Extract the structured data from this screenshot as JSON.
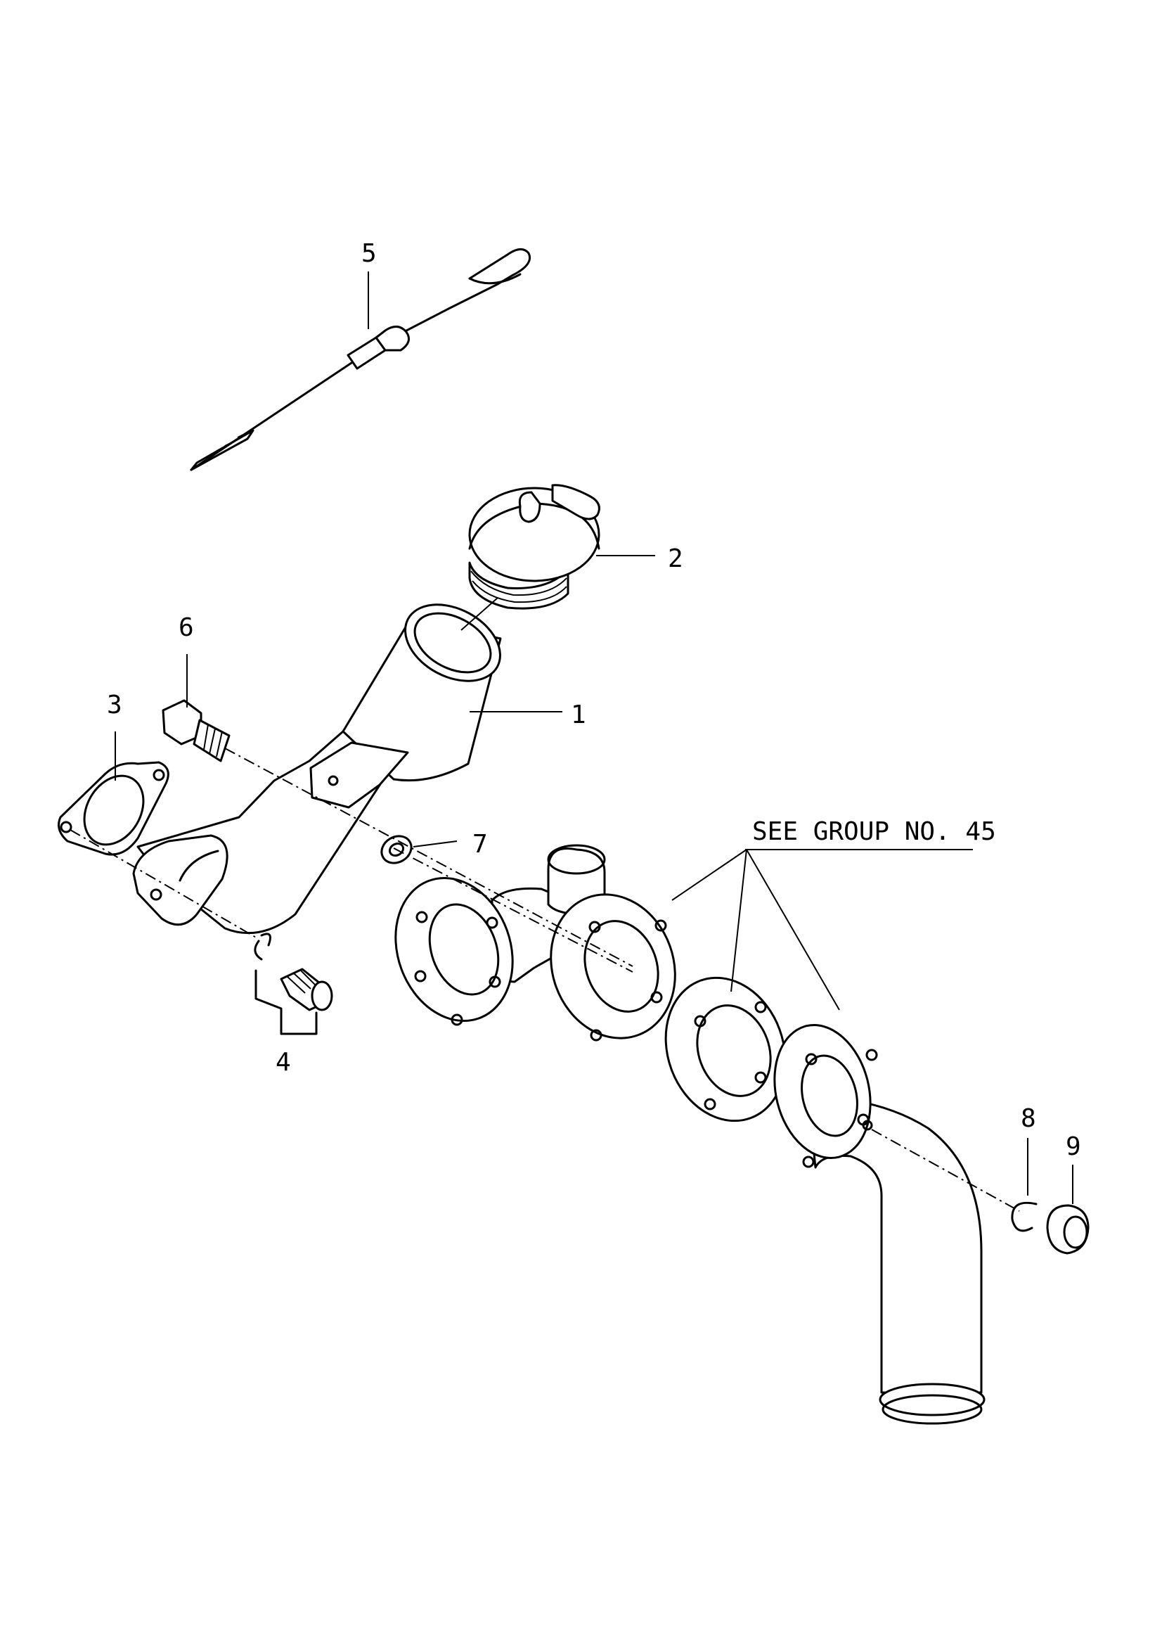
{
  "callouts": {
    "c1": "1",
    "c2": "2",
    "c3": "3",
    "c4": "4",
    "c5": "5",
    "c6": "6",
    "c7": "7",
    "c8": "8",
    "c9": "9"
  },
  "reference_note": "SEE GROUP NO. 45"
}
